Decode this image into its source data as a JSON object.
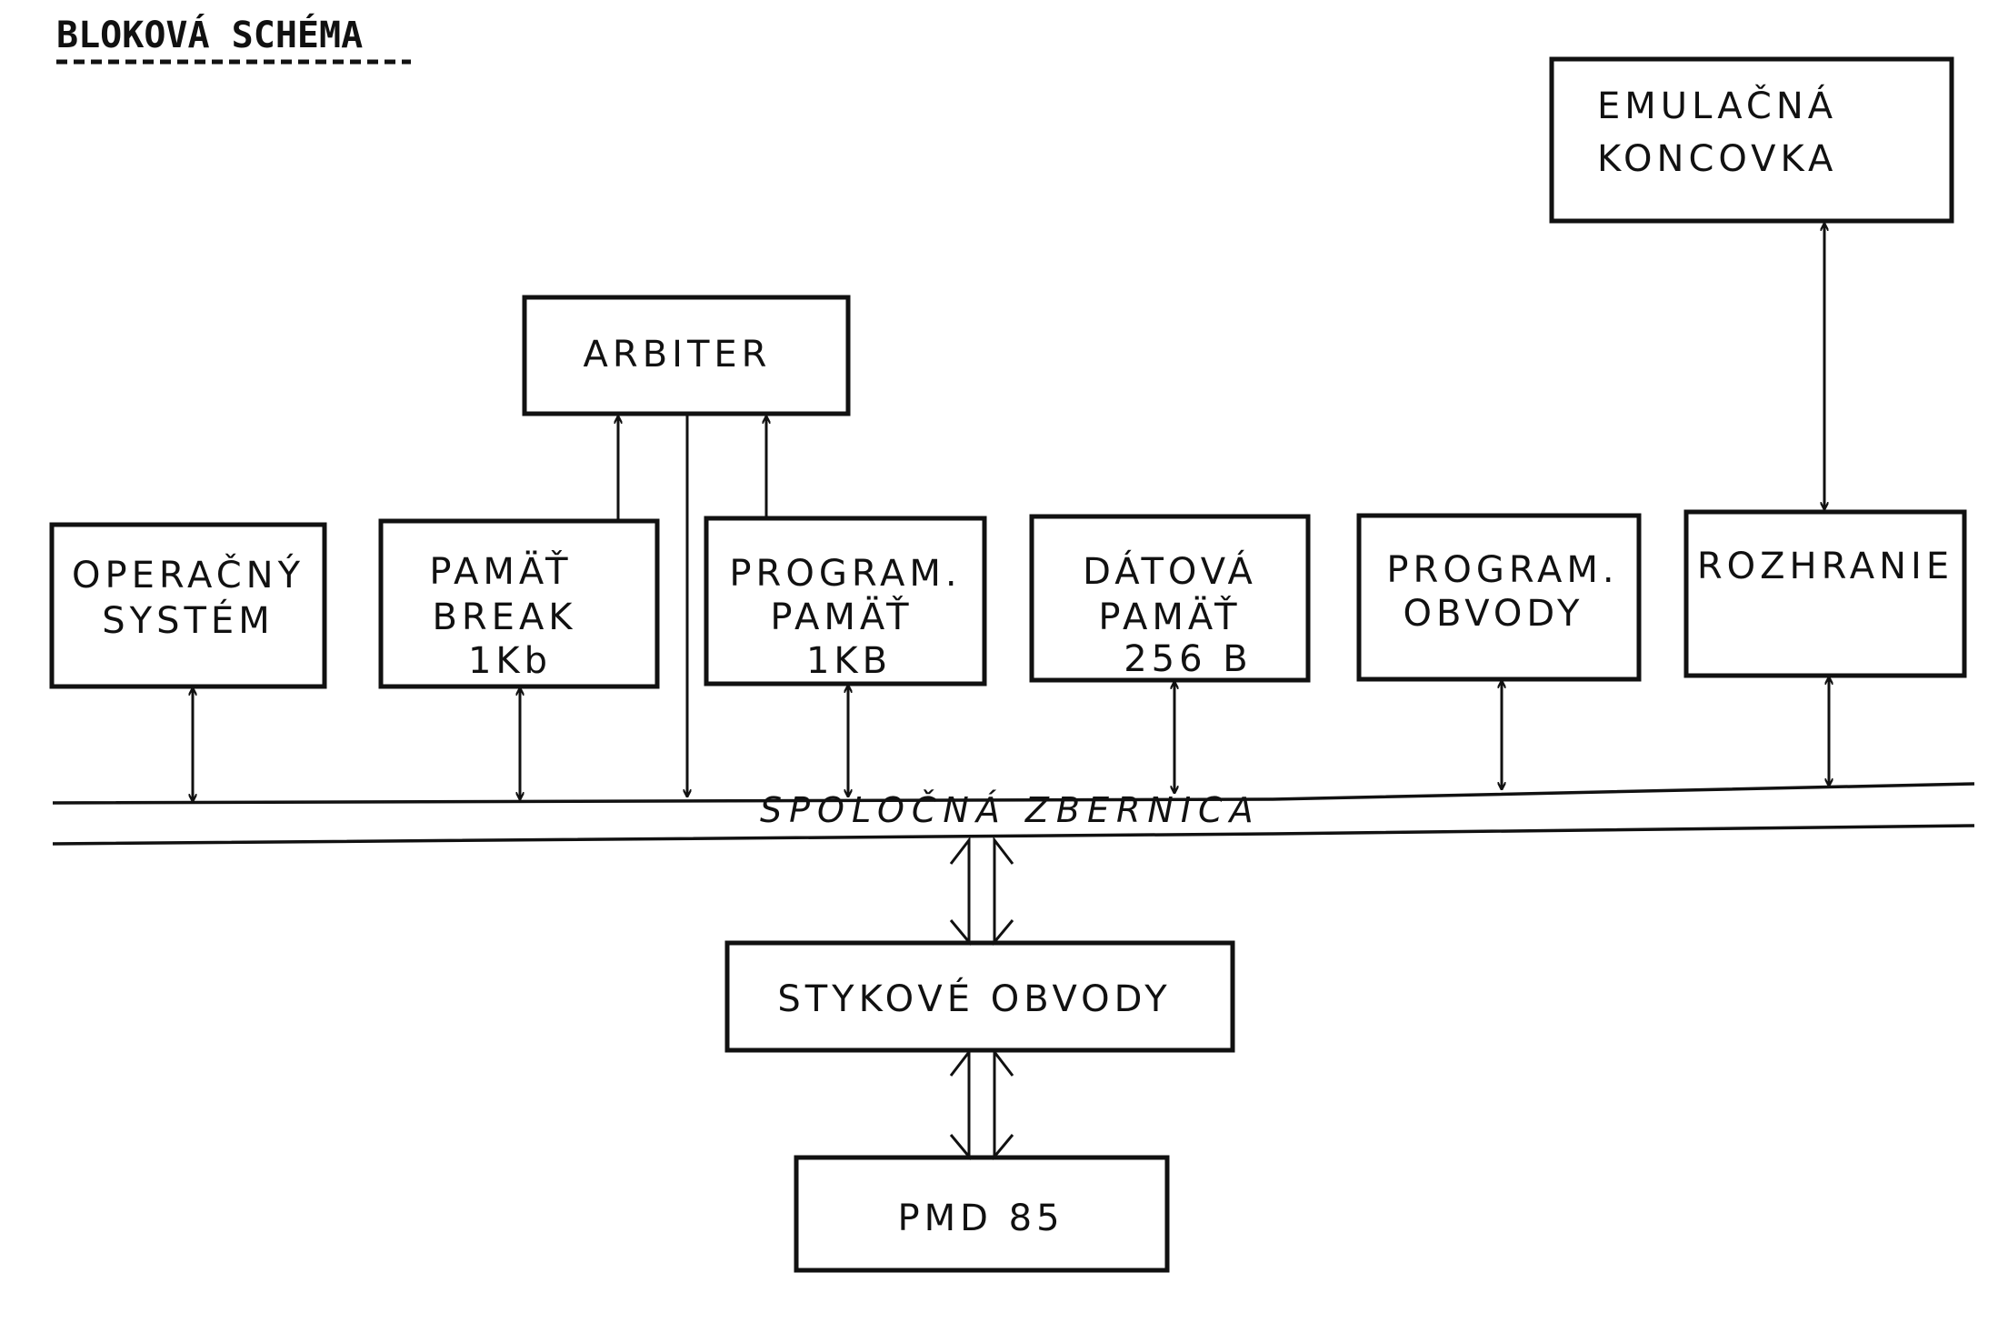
{
  "title": "BLOKOVÁ SCHÉMA",
  "blocks": {
    "emulation_terminal": [
      "EMULAČNÁ",
      "KONCOVKA"
    ],
    "arbiter": [
      "ARBITER"
    ],
    "operating_system": [
      "OPERAČNÝ",
      "SYSTÉM"
    ],
    "break_memory": [
      "PAMÄŤ",
      "BREAK",
      "1Kb"
    ],
    "program_memory": [
      "PROGRAM.",
      "PAMÄŤ",
      "1KB"
    ],
    "data_memory": [
      "DÁTOVÁ",
      "PAMÄŤ",
      "256 B"
    ],
    "program_circuits": [
      "PROGRAM.",
      "OBVODY"
    ],
    "interface": [
      "ROZHRANIE"
    ],
    "coupling_circuits": [
      "STYKOVÉ OBVODY"
    ],
    "pmd85": [
      "PMD 85"
    ]
  },
  "bus": {
    "label": "SPOLOČNÁ ZBERNICA"
  },
  "colors": {
    "ink": "#111111",
    "paper": "#ffffff"
  }
}
